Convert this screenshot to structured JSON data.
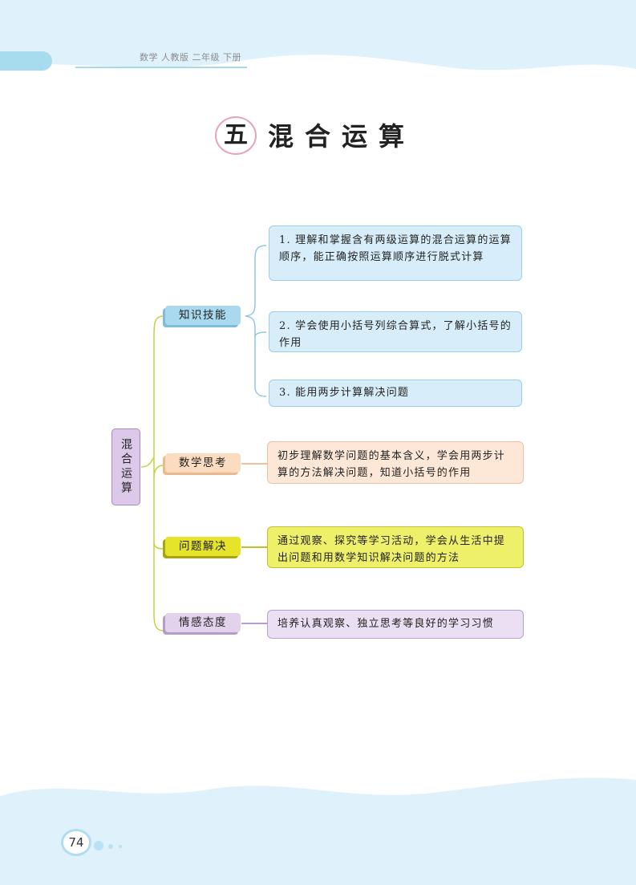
{
  "header": {
    "book_info": "数学  人教版  二年级  下册"
  },
  "chapter": {
    "number": "五",
    "title": "混合运算"
  },
  "mindmap": {
    "root": "混合运算",
    "branches": [
      {
        "label": "知识技能"
      },
      {
        "label": "数学思考"
      },
      {
        "label": "问题解决"
      },
      {
        "label": "情感态度"
      }
    ],
    "knowledge_items": [
      "1. 理解和掌握含有两级运算的混合运算的运算顺序，能正确按照运算顺序进行脱式计算",
      " 2. 学会使用小括号列综合算式，了解小括号的作用",
      "3. 能用两步计算解决问题"
    ],
    "math_thinking": "初步理解数学问题的基本含义，学会用两步计算的方法解决问题，知道小括号的作用",
    "problem_solving": "通过观察、探究等学习活动，学会从生活中提出问题和用数学知识解决问题的方法",
    "emotion_attitude": "培养认真观察、独立思考等良好的学习习惯"
  },
  "footer": {
    "page_number": "74"
  },
  "colors": {
    "wave_blue": "#dff1fb",
    "knowledge_blue": "#a9d9ef",
    "thinking_peach": "#fbdcc1",
    "solving_yellow": "#e6e32b",
    "attitude_purple": "#e2d2ec"
  }
}
